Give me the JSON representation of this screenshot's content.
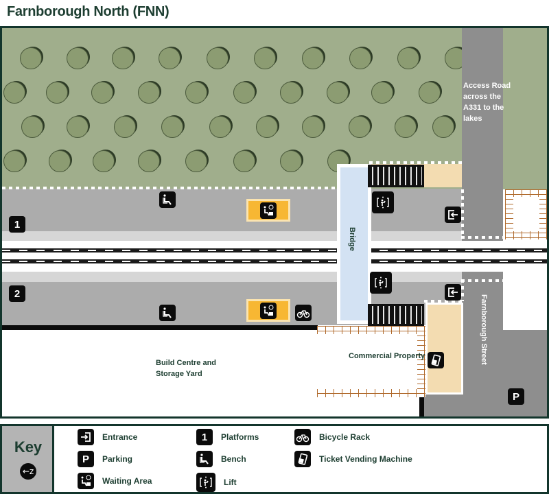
{
  "title": "Farnborough North (FNN)",
  "colors": {
    "frame": "#13352c",
    "grass": "#a0ae8c",
    "tree": "#8c9c72",
    "platform": "#acacac",
    "road": "#8e8e8e",
    "bridge": "#d3e2f3",
    "waiting_area": "#f7b733",
    "tan_area": "#f3dcb1",
    "brick": "#b06a2c"
  },
  "map": {
    "platforms": [
      {
        "number": "1",
        "icon": "platform-1-icon"
      },
      {
        "number": "2",
        "icon": "platform-2-icon"
      }
    ],
    "labels": {
      "bridge": "Bridge",
      "access_road": "Access Road across the A331 to the lakes",
      "street": "Farnborough Street",
      "build_centre": "Build Centre and Storage Yard",
      "commercial": "Commercial Property"
    },
    "parking_letter": "P"
  },
  "key": {
    "title": "Key",
    "compass": "←z",
    "items": [
      {
        "icon": "entrance-icon",
        "label": "Entrance",
        "glyph": "→]"
      },
      {
        "icon": "parking-icon",
        "label": "Parking",
        "glyph": "P"
      },
      {
        "icon": "waiting-area-icon",
        "label": "Waiting Area",
        "glyph": ""
      },
      {
        "icon": "platforms-icon",
        "label": "Platforms",
        "glyph": "1"
      },
      {
        "icon": "bench-icon",
        "label": "Bench",
        "glyph": ""
      },
      {
        "icon": "lift-icon",
        "label": "Lift",
        "glyph": ""
      },
      {
        "icon": "bicycle-rack-icon",
        "label": "Bicycle Rack",
        "glyph": ""
      },
      {
        "icon": "ticket-vending-machine-icon",
        "label": "Ticket Vending Machine",
        "glyph": ""
      }
    ]
  }
}
